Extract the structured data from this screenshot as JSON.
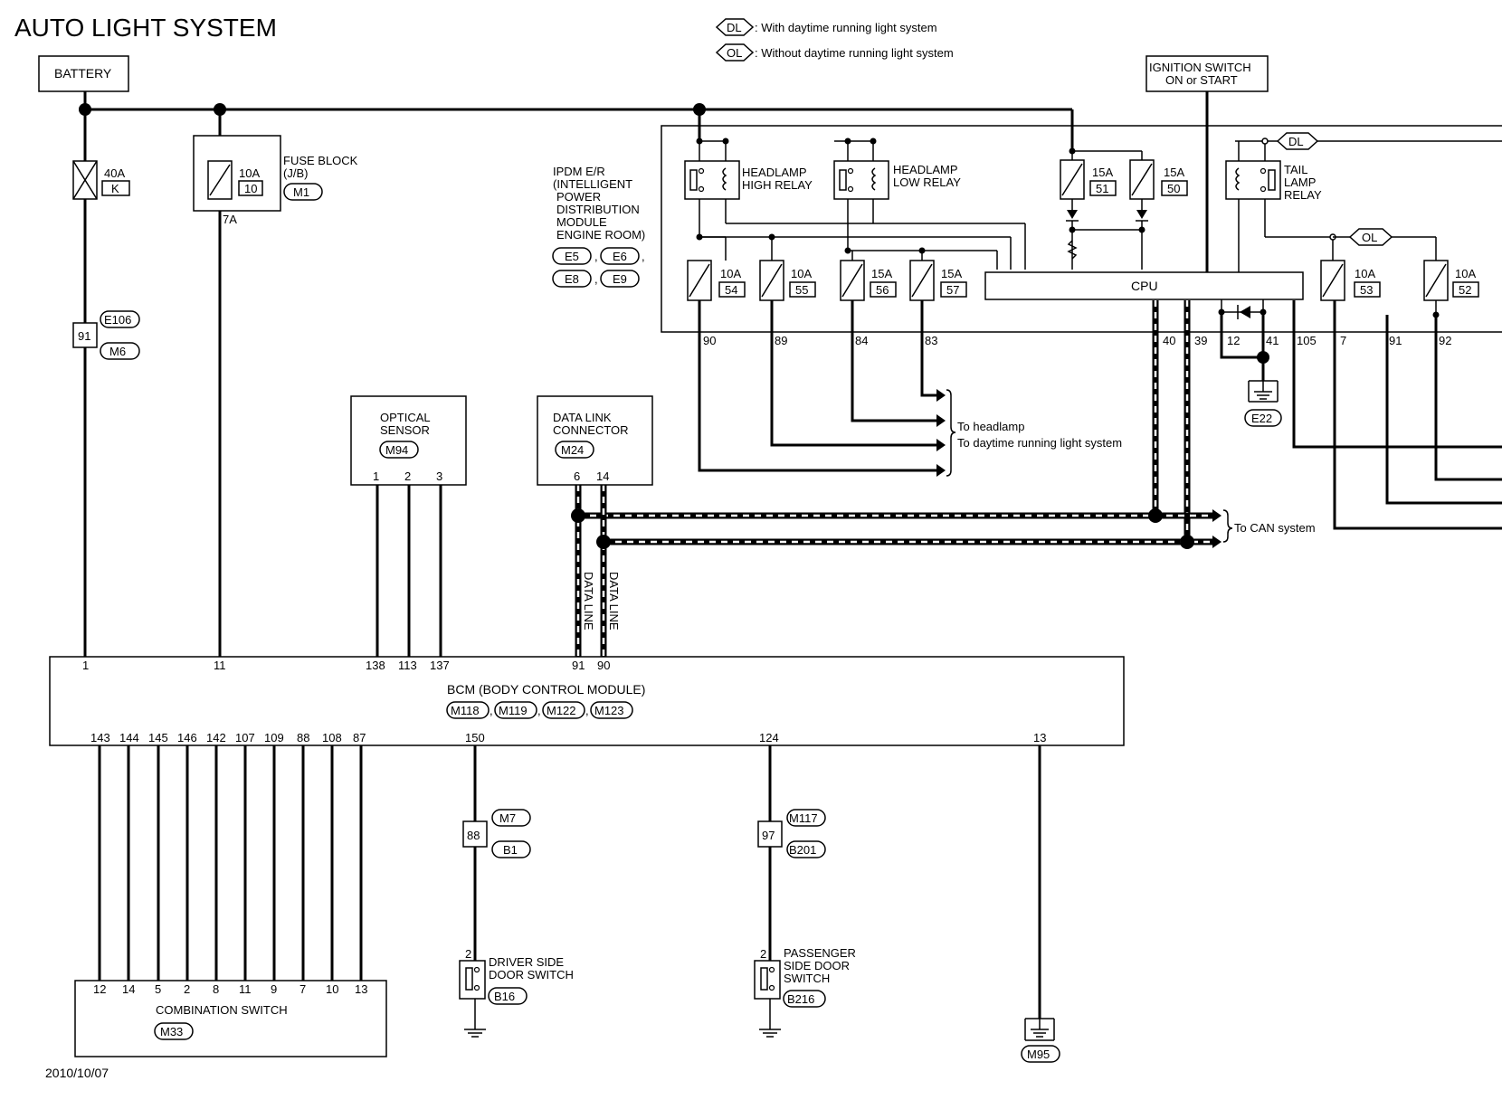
{
  "title": "AUTO LIGHT SYSTEM",
  "date": "2010/10/07",
  "legend": {
    "dl": {
      "tag": "DL",
      "text": ": With daytime running light system"
    },
    "ol": {
      "tag": "OL",
      "text": ": Without daytime running light system"
    }
  },
  "battery": {
    "label": "BATTERY"
  },
  "ignition": {
    "line1": "IGNITION SWITCH",
    "line2": "ON or START"
  },
  "fuse_k": {
    "amp": "40A",
    "id": "K"
  },
  "fuse_block": {
    "amp": "10A",
    "id": "10",
    "pin": "7A",
    "line1": "FUSE BLOCK",
    "line2": "(J/B)",
    "conn": "M1"
  },
  "joint_91": {
    "num": "91",
    "conn_top": "E106",
    "conn_bottom": "M6"
  },
  "ipdm": {
    "lines": [
      "IPDM E/R",
      "(INTELLIGENT",
      "POWER",
      "DISTRIBUTION",
      "MODULE",
      "ENGINE ROOM)"
    ],
    "connectors": [
      "E5",
      "E6",
      "E8",
      "E9"
    ],
    "high_relay": [
      "HEADLAMP",
      "HIGH RELAY"
    ],
    "low_relay": [
      "HEADLAMP",
      "LOW RELAY"
    ],
    "tail_relay": [
      "TAIL",
      "LAMP",
      "RELAY"
    ],
    "cpu": "CPU",
    "fuses": [
      {
        "amp": "15A",
        "id": "51"
      },
      {
        "amp": "15A",
        "id": "50"
      },
      {
        "amp": "10A",
        "id": "54"
      },
      {
        "amp": "10A",
        "id": "55"
      },
      {
        "amp": "15A",
        "id": "56"
      },
      {
        "amp": "15A",
        "id": "57"
      },
      {
        "amp": "10A",
        "id": "53"
      },
      {
        "amp": "10A",
        "id": "52"
      }
    ],
    "pins": [
      "90",
      "89",
      "84",
      "83",
      "40",
      "39",
      "12",
      "41",
      "105",
      "7",
      "91",
      "92"
    ],
    "ground": "E22",
    "tag_dl": "DL",
    "tag_ol": "OL"
  },
  "headlamp_note": {
    "line1": "To headlamp",
    "line2": "To daytime running light system"
  },
  "can_note": "To CAN system",
  "optical_sensor": {
    "line1": "OPTICAL",
    "line2": "SENSOR",
    "conn": "M94",
    "pins": [
      "1",
      "2",
      "3"
    ]
  },
  "data_link": {
    "line1": "DATA LINK",
    "line2": "CONNECTOR",
    "conn": "M24",
    "pins": [
      "6",
      "14"
    ],
    "line_label": "DATA LINE"
  },
  "bcm": {
    "name": "BCM (BODY CONTROL MODULE)",
    "connectors": [
      "M118",
      "M119",
      "M122",
      "M123"
    ],
    "top_pins": [
      "1",
      "11",
      "138",
      "113",
      "137",
      "91",
      "90"
    ],
    "bottom_pins": [
      "143",
      "144",
      "145",
      "146",
      "142",
      "107",
      "109",
      "88",
      "108",
      "87",
      "150",
      "124",
      "13"
    ]
  },
  "combination_switch": {
    "name": "COMBINATION SWITCH",
    "conn": "M33",
    "pins": [
      "12",
      "14",
      "5",
      "2",
      "8",
      "11",
      "9",
      "7",
      "10",
      "13"
    ]
  },
  "driver_joint": {
    "num": "88",
    "conn_top": "M7",
    "conn_bottom": "B1"
  },
  "passenger_joint": {
    "num": "97",
    "conn_top": "M117",
    "conn_bottom": "B201"
  },
  "driver_switch": {
    "pin": "2",
    "line1": "DRIVER SIDE",
    "line2": "DOOR SWITCH",
    "conn": "B16"
  },
  "passenger_switch": {
    "pin": "2",
    "line1": "PASSENGER",
    "line2": "SIDE DOOR",
    "line3": "SWITCH",
    "conn": "B216"
  },
  "ground_m95": "M95"
}
